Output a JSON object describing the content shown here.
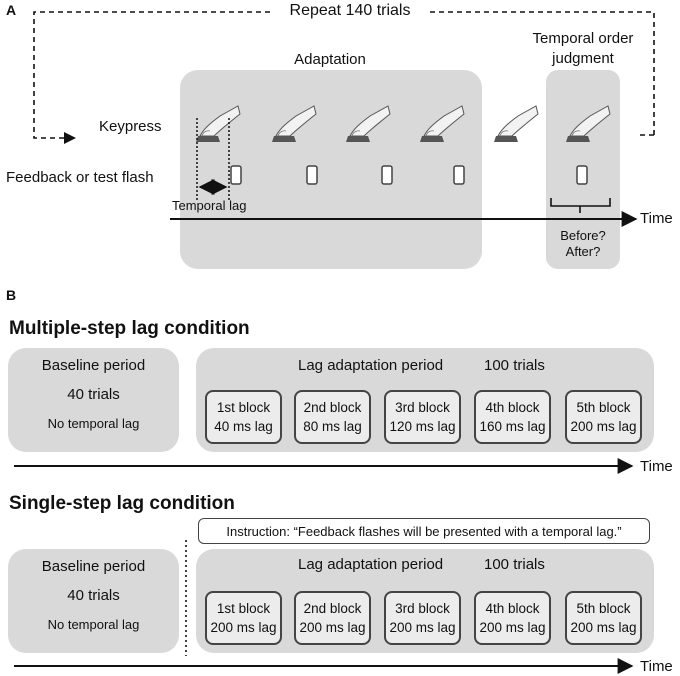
{
  "panel_a": {
    "label": "A",
    "repeat": "Repeat 140 trials",
    "adaptation": "Adaptation",
    "toj_line1": "Temporal order",
    "toj_line2": "judgment",
    "keypress": "Keypress",
    "feedback": "Feedback or test flash",
    "temporal_lag": "Temporal lag",
    "time": "Time",
    "before": "Before?",
    "after": "After?",
    "finger_icon": "finger-keypress-icon",
    "flash_icon": "flash-rectangle-icon"
  },
  "panel_b": {
    "label": "B",
    "multi": {
      "title": "Multiple-step lag condition",
      "baseline_title": "Baseline period",
      "baseline_trials": "40 trials",
      "baseline_note": "No temporal lag",
      "lag_title": "Lag adaptation period",
      "lag_trials": "100 trials",
      "blocks": [
        {
          "name": "1st block",
          "lag": "40 ms lag"
        },
        {
          "name": "2nd block",
          "lag": "80 ms lag"
        },
        {
          "name": "3rd block",
          "lag": "120 ms lag"
        },
        {
          "name": "4th block",
          "lag": "160 ms lag"
        },
        {
          "name": "5th block",
          "lag": "200 ms lag"
        }
      ],
      "time": "Time"
    },
    "single": {
      "title": "Single-step lag condition",
      "instruction": "Instruction: “Feedback flashes will be presented with a temporal lag.”",
      "baseline_title": "Baseline period",
      "baseline_trials": "40 trials",
      "baseline_note": "No temporal lag",
      "lag_title": "Lag adaptation period",
      "lag_trials": "100 trials",
      "blocks": [
        {
          "name": "1st block",
          "lag": "200 ms lag"
        },
        {
          "name": "2nd block",
          "lag": "200 ms lag"
        },
        {
          "name": "3rd block",
          "lag": "200 ms lag"
        },
        {
          "name": "4th block",
          "lag": "200 ms lag"
        },
        {
          "name": "5th block",
          "lag": "200 ms lag"
        }
      ],
      "time": "Time"
    }
  }
}
